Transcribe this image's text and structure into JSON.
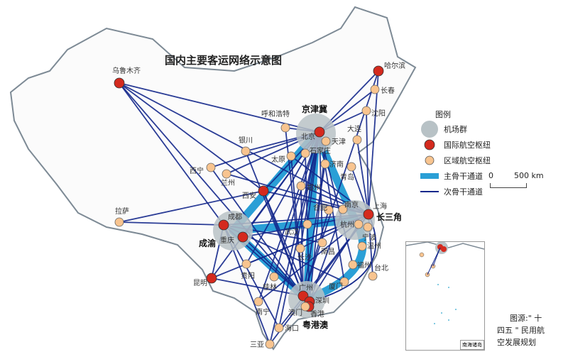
{
  "title": "国内主要客运网络示意图",
  "legend": {
    "heading": "图例",
    "items": [
      {
        "label": "机场群",
        "symbol": "cluster"
      },
      {
        "label": "国际航空枢纽",
        "symbol": "intl-hub"
      },
      {
        "label": "区域航空枢纽",
        "symbol": "regional-hub"
      },
      {
        "label": "主骨干通道",
        "symbol": "trunk"
      },
      {
        "label": "次骨干通道",
        "symbol": "secondary"
      }
    ]
  },
  "scale": {
    "left": "0",
    "right": "500 km"
  },
  "source": [
    "图源:\" 十",
    "四五 \" 民用航",
    "空发展规划"
  ],
  "inset_label": "南海诸岛",
  "colors": {
    "cluster": "#b8c2c6",
    "intl": "#d42a1e",
    "regional": "#f8c48f",
    "trunk": "#2a9fd6",
    "secondary": "#14288c"
  },
  "clusters": [
    {
      "id": "jjj",
      "name": "京津冀"
    },
    {
      "id": "csj",
      "name": "长三角"
    },
    {
      "id": "cy",
      "name": "成渝"
    },
    {
      "id": "ygа",
      "name": "粤港澳"
    }
  ],
  "cities": [
    {
      "name": "乌鲁木齐",
      "type": "intl"
    },
    {
      "name": "哈尔滨",
      "type": "intl"
    },
    {
      "name": "长春",
      "type": "regional"
    },
    {
      "name": "沈阳",
      "type": "regional"
    },
    {
      "name": "大连",
      "type": "regional"
    },
    {
      "name": "呼和浩特",
      "type": "regional"
    },
    {
      "name": "北京",
      "type": "intl"
    },
    {
      "name": "天津",
      "type": "regional"
    },
    {
      "name": "石家庄",
      "type": "regional"
    },
    {
      "name": "太原",
      "type": "regional"
    },
    {
      "name": "银川",
      "type": "regional"
    },
    {
      "name": "西宁",
      "type": "regional"
    },
    {
      "name": "兰州",
      "type": "regional"
    },
    {
      "name": "西安",
      "type": "intl"
    },
    {
      "name": "郑州",
      "type": "regional"
    },
    {
      "name": "济南",
      "type": "regional"
    },
    {
      "name": "青岛",
      "type": "regional"
    },
    {
      "name": "南京",
      "type": "regional"
    },
    {
      "name": "合肥",
      "type": "regional"
    },
    {
      "name": "上海",
      "type": "intl"
    },
    {
      "name": "杭州",
      "type": "regional"
    },
    {
      "name": "宁波",
      "type": "regional"
    },
    {
      "name": "成都",
      "type": "intl"
    },
    {
      "name": "重庆",
      "type": "intl"
    },
    {
      "name": "武汉",
      "type": "regional"
    },
    {
      "name": "长沙",
      "type": "regional"
    },
    {
      "name": "南昌",
      "type": "regional"
    },
    {
      "name": "温州",
      "type": "regional"
    },
    {
      "name": "福州",
      "type": "regional"
    },
    {
      "name": "台北",
      "type": "regional"
    },
    {
      "name": "厦门",
      "type": "regional"
    },
    {
      "name": "贵阳",
      "type": "regional"
    },
    {
      "name": "桂林",
      "type": "regional"
    },
    {
      "name": "南宁",
      "type": "regional"
    },
    {
      "name": "广州",
      "type": "intl"
    },
    {
      "name": "深圳",
      "type": "intl"
    },
    {
      "name": "香港",
      "type": "intl"
    },
    {
      "name": "澳门",
      "type": "regional"
    },
    {
      "name": "海口",
      "type": "regional"
    },
    {
      "name": "三亚",
      "type": "regional"
    },
    {
      "name": "昆明",
      "type": "intl"
    },
    {
      "name": "拉萨",
      "type": "regional"
    }
  ]
}
